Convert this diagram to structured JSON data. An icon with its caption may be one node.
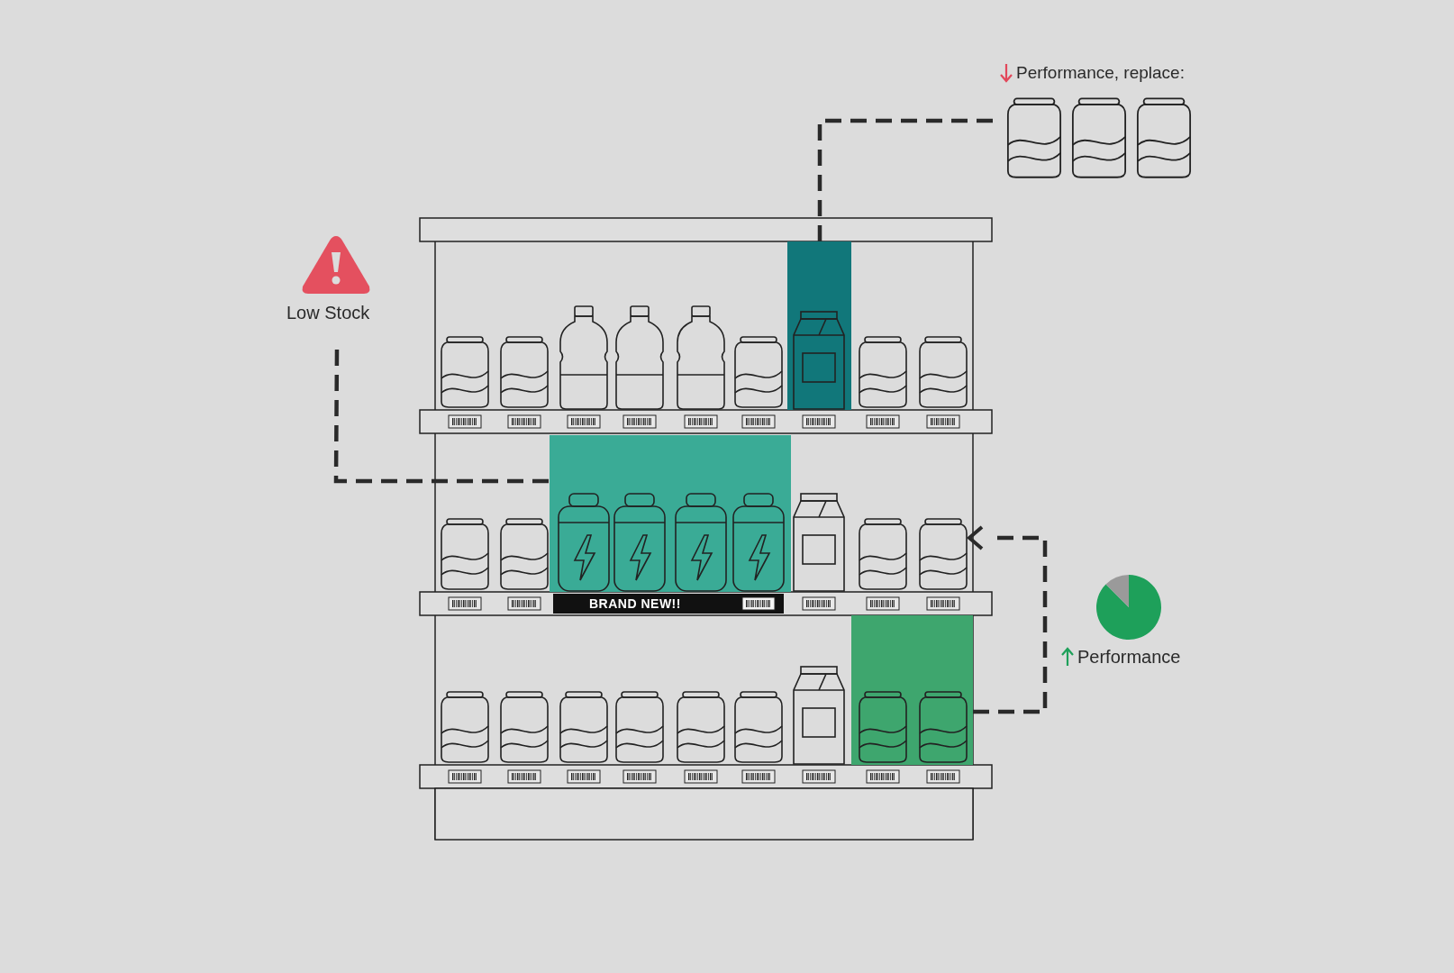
{
  "diagram": {
    "nodes": [
      {
        "text": [
          "Performance, replace:"
        ]
      },
      {
        "text": [],
        "shape": "box"
      },
      {
        "text": [
          "Low Stock"
        ]
      },
      {
        "text": [],
        "shape": "box"
      },
      {
        "text": [
          "Performance"
        ]
      },
      {
        "text": [],
        "shape": "box"
      },
      {
        "text": [
          "BRAND NEW!!"
        ]
      }
    ],
    "edges": [
      {
        "from": 1,
        "to": 0,
        "arrow": "none",
        "style": "dashed"
      },
      {
        "from": 2,
        "to": 3,
        "arrow": "none",
        "style": "dashed"
      },
      {
        "from": 5,
        "to": null,
        "arrow": "to",
        "style": "dashed"
      }
    ]
  }
}
